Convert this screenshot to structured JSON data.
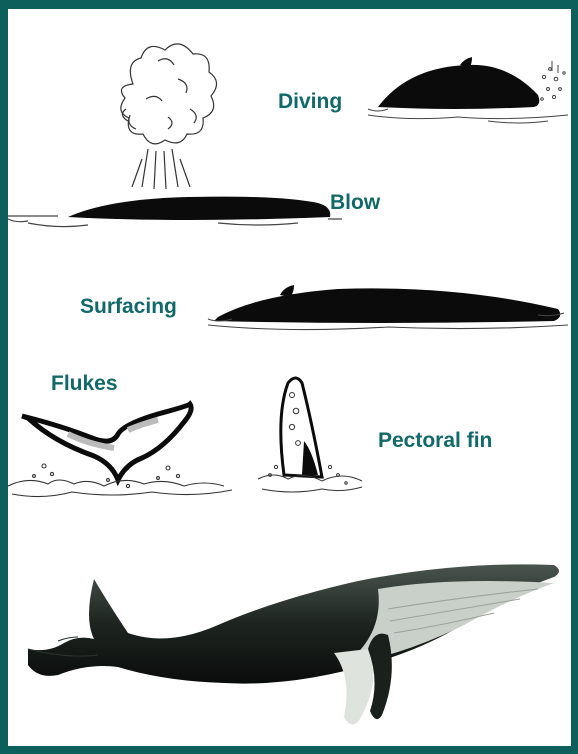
{
  "frame": {
    "border_color": "#0d5f5c",
    "background": "#ffffff"
  },
  "labels": {
    "diving": "Diving",
    "blow": "Blow",
    "surfacing": "Surfacing",
    "flukes": "Flukes",
    "pectoral_fin": "Pectoral fin"
  },
  "colors": {
    "label_text": "#11696a",
    "whale_body": "#0b0b0b",
    "whale_skin": "#2a332d"
  },
  "illustrations": [
    "blow-spray-icon",
    "diving-whale-icon",
    "surfacing-whale-icon",
    "fluke-tail-icon",
    "pectoral-fin-icon",
    "humpback-whale-icon"
  ]
}
